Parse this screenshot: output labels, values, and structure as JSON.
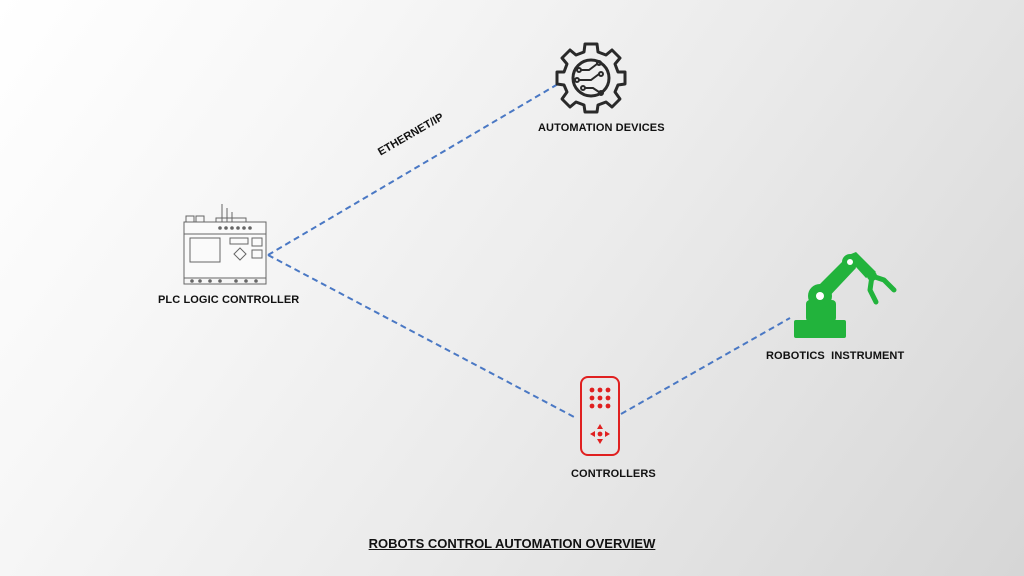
{
  "diagram": {
    "title": "ROBOTS CONTROL AUTOMATION OVERVIEW",
    "nodes": {
      "plc": {
        "label": "PLC LOGIC CONTROLLER",
        "icon": "plc-controller-icon"
      },
      "automation": {
        "label": "AUTOMATION DEVICES",
        "icon": "gear-circuit-icon"
      },
      "controllers": {
        "label": "CONTROLLERS",
        "icon": "remote-control-icon",
        "color": "#e02020"
      },
      "robotics": {
        "label": "ROBOTICS  INSTRUMENT",
        "icon": "robotic-arm-icon",
        "color": "#22b33c"
      }
    },
    "edges": {
      "plc_automation": {
        "label": "ETHERNET/IP"
      }
    },
    "edge_color": "#4a78c4"
  }
}
